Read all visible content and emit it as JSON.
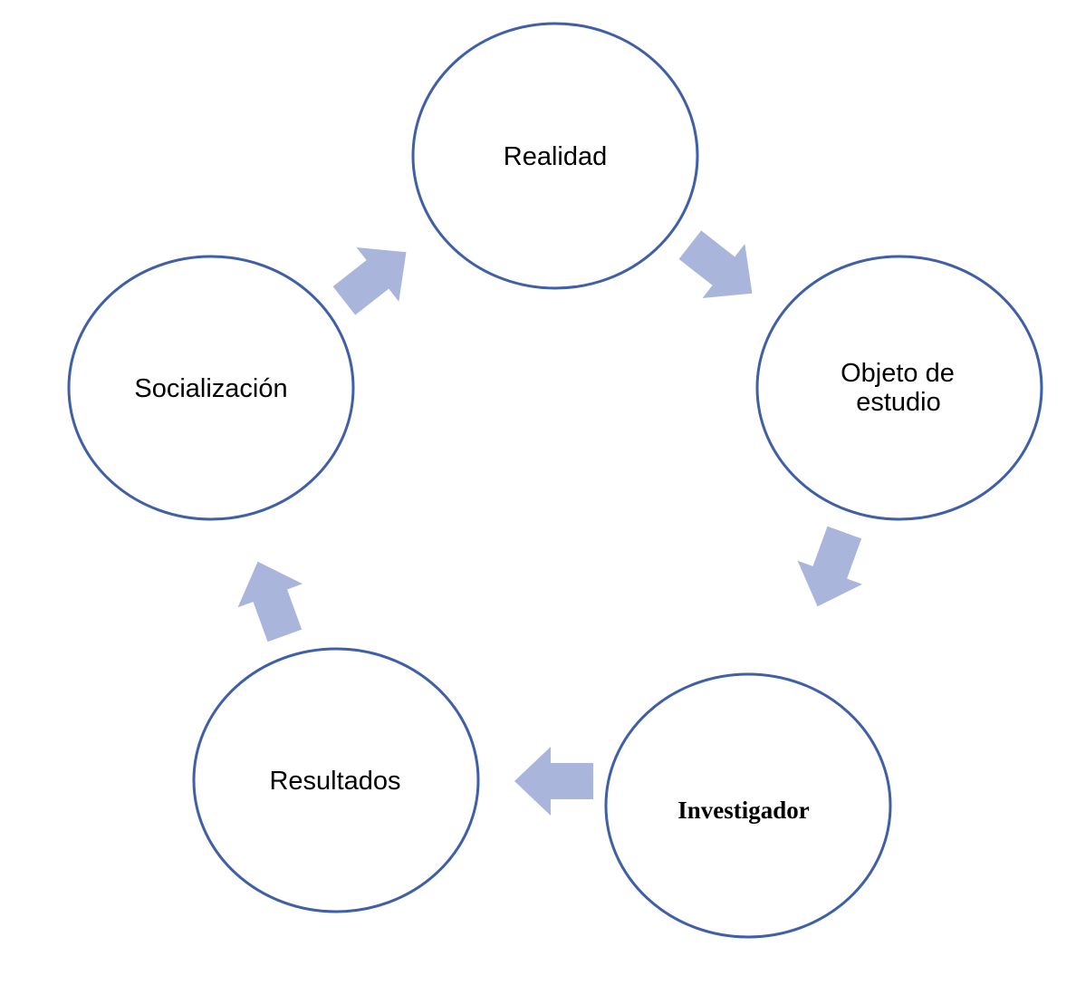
{
  "diagram": {
    "nodes": [
      {
        "id": "realidad",
        "lines": [
          "Realidad"
        ]
      },
      {
        "id": "objeto",
        "lines": [
          "Objeto de",
          "estudio"
        ]
      },
      {
        "id": "investigador",
        "lines": [
          "Investigador"
        ]
      },
      {
        "id": "resultados",
        "lines": [
          "Resultados"
        ]
      },
      {
        "id": "socializacion",
        "lines": [
          "Socialización"
        ]
      }
    ],
    "colors": {
      "circle_stroke": "#3f5fa6",
      "circle_fill": "#ffffff",
      "arrow_fill": "#aab5dc"
    }
  }
}
